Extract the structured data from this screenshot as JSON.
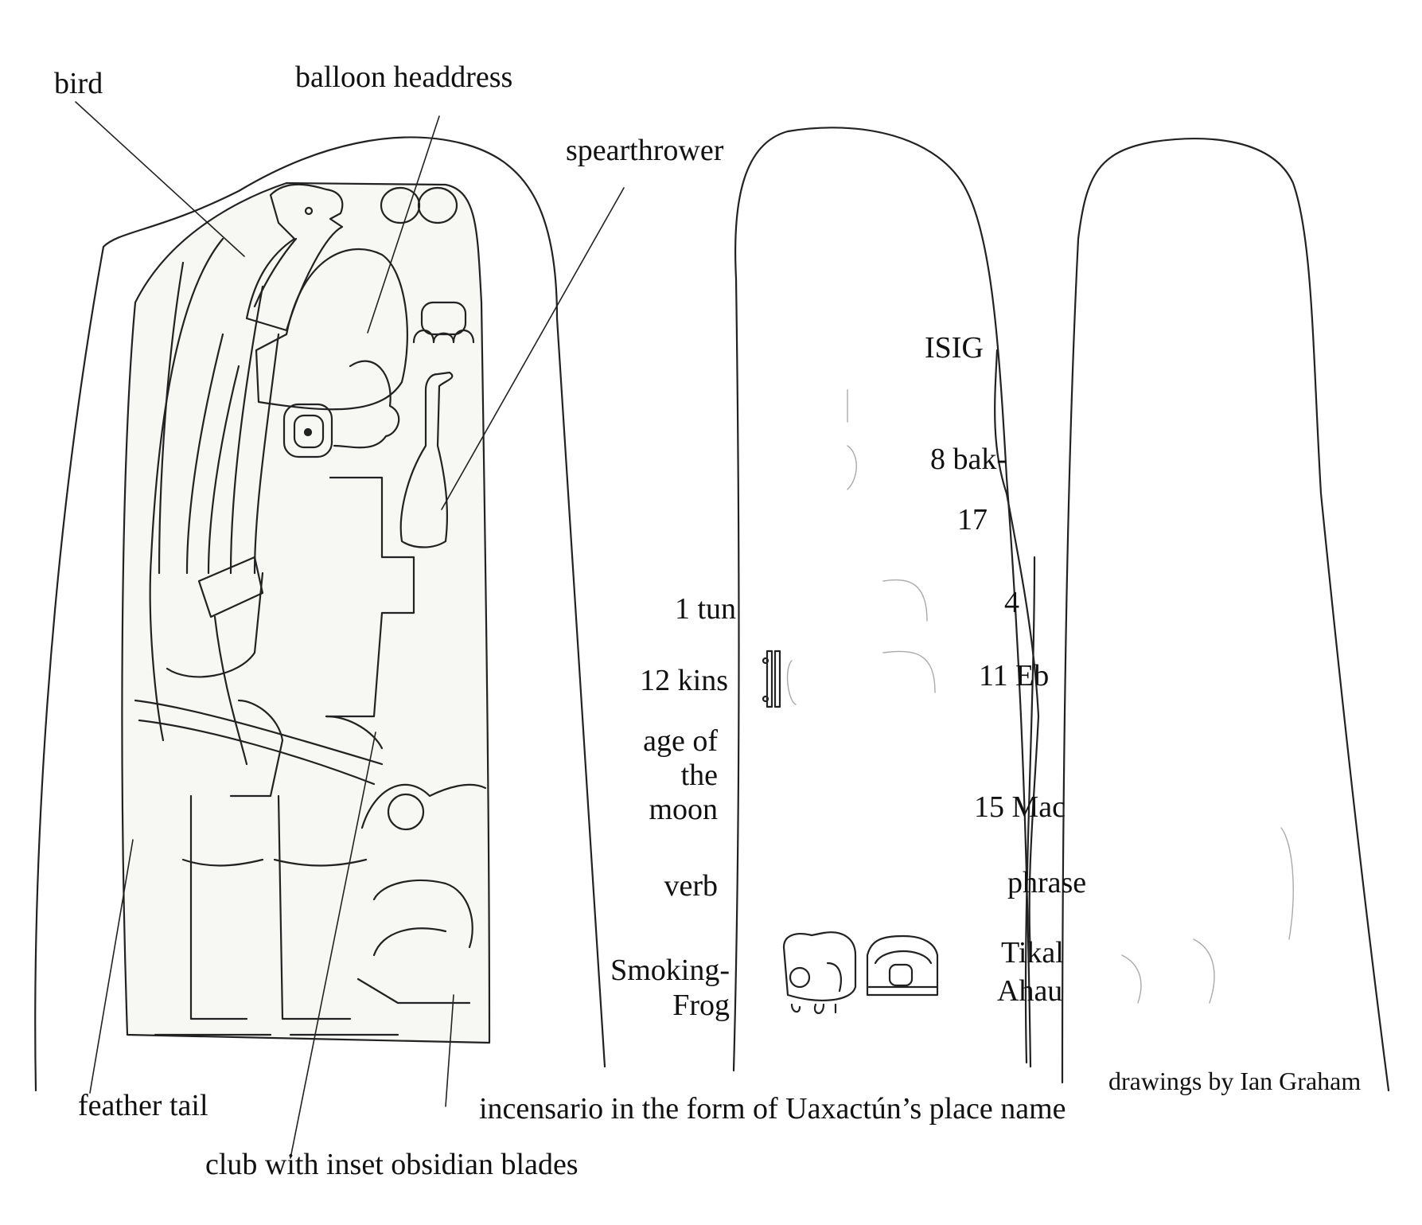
{
  "figure": {
    "credit": "drawings by Ian Graham",
    "figure_labels": {
      "bird": "bird",
      "balloon_headdress": "balloon headdress",
      "spearthrower": "spearthrower",
      "feather_tail": "feather tail",
      "club": "club with inset obsidian blades",
      "incensario": "incensario in the form of Uaxactún’s place name"
    },
    "left_column_glyph_labels": {
      "tun": "1 tun",
      "kins": "12 kins",
      "moon_1": "age of",
      "moon_2": "the",
      "moon_3": "moon",
      "verb": "verb",
      "name_1": "Smoking-",
      "name_2": "Frog"
    },
    "right_column_glyph_labels": {
      "isig": "ISIG",
      "baktun": "8 bak-",
      "katun": "17",
      "four": "4",
      "eb": "11 Eb",
      "mac": "15 Mac",
      "phrase": "phrase",
      "tikal": "Tikal",
      "ahau": "Ahau"
    }
  }
}
